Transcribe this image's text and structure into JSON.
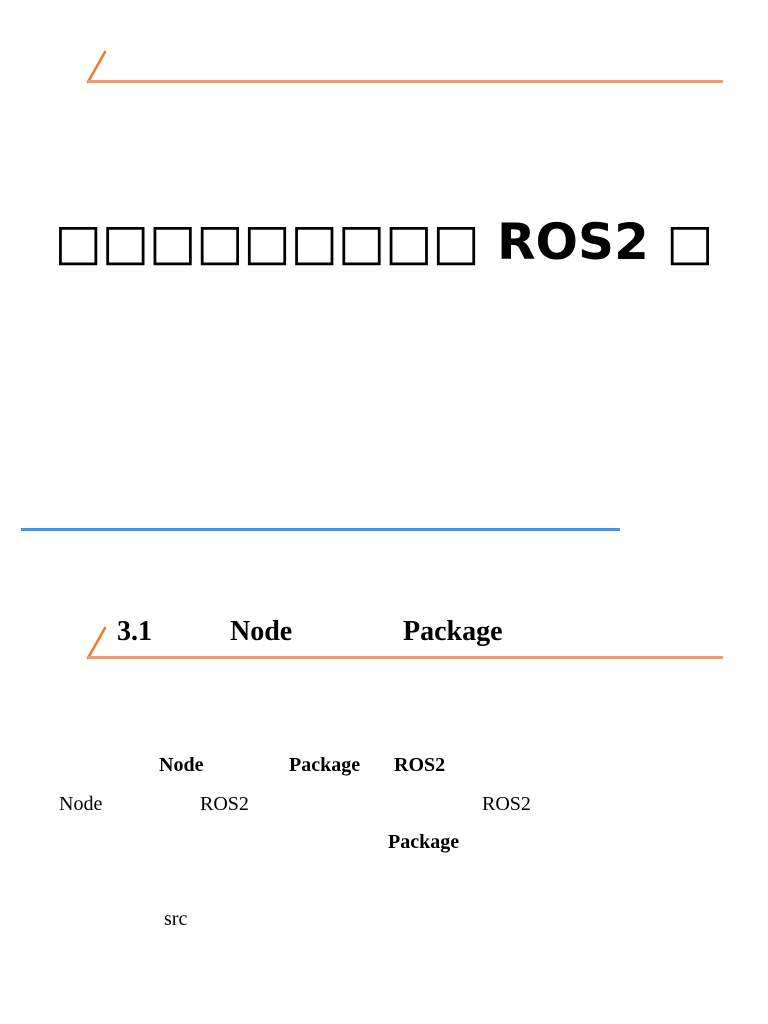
{
  "header": {
    "title": "□□□□□□□□□ ROS2 □"
  },
  "section": {
    "number": "3.1",
    "word1": "Node",
    "word2": "Package"
  },
  "body": {
    "line1": {
      "t1": "Node",
      "t2": "Package",
      "t3": "ROS2"
    },
    "line2": {
      "t1": "Node",
      "t2": "ROS2",
      "t3": "ROS2"
    },
    "line3": {
      "t1": "Package"
    },
    "line4": {
      "t1": "src"
    }
  },
  "colors": {
    "accent_orange": "#f09a68",
    "stroke_orange": "#ee7a2c",
    "accent_blue": "#3d97ee"
  }
}
